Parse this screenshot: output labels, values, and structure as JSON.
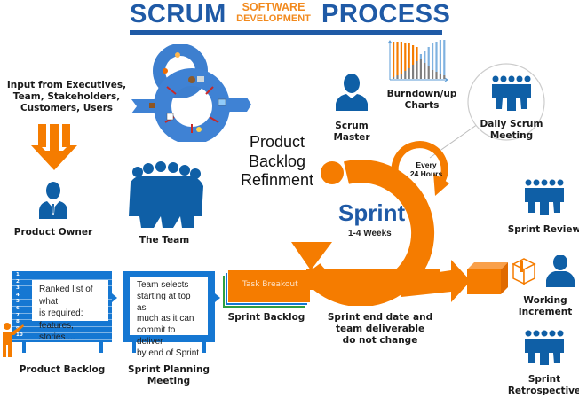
{
  "title": {
    "left": "SCRUM",
    "middle_top": "SOFTWARE",
    "middle_bottom": "DEVELOPMENT",
    "right": "PROCESS"
  },
  "colors": {
    "brand_blue": "#1f5aa6",
    "icon_blue": "#0f5fa6",
    "board_blue": "#1577d2",
    "orange": "#f57c00",
    "title_orange": "#f28a1e"
  },
  "input": {
    "text_lines": [
      "Input from Executives,",
      "Team, Stakeholders,",
      "Customers, Users"
    ],
    "icon": "down-arrows-icon"
  },
  "roles": {
    "product_owner": "Product Owner",
    "the_team": "The Team",
    "scrum_master_lines": [
      "Scrum",
      "Master"
    ]
  },
  "burndown": {
    "label_lines": [
      "Burndown/up",
      "Charts"
    ],
    "icon": "burndown-chart-icon"
  },
  "daily_scrum": {
    "label_lines": [
      "Daily Scrum",
      "Meeting"
    ],
    "cycle_lines": [
      "Every",
      "24 Hours"
    ]
  },
  "refinement": {
    "lines": [
      "Product",
      "Backlog",
      "Refinment"
    ]
  },
  "sprint": {
    "title": "Sprint",
    "duration": "1-4 Weeks"
  },
  "product_backlog": {
    "label": "Product Backlog",
    "board_lines": [
      "Ranked list of what",
      "is required:",
      "features, stories ..."
    ],
    "row_numbers": [
      "1",
      "2",
      "3",
      "4",
      "5",
      "6",
      "7",
      "8",
      "9",
      "10"
    ]
  },
  "sprint_planning": {
    "label_lines": [
      "Sprint Planning",
      "Meeting"
    ],
    "board_lines": [
      "Team selects",
      "starting at top as",
      "much as it can",
      "commit to deliver",
      "by end of Sprint"
    ]
  },
  "sprint_backlog": {
    "label": "Sprint Backlog",
    "card": "Task Breakout"
  },
  "sprint_end_note": {
    "lines": [
      "Sprint end date and",
      "team deliverable",
      "do not change"
    ]
  },
  "outcomes": {
    "sprint_review": "Sprint Review",
    "working_increment_lines": [
      "Working",
      "Increment"
    ],
    "retrospective_lines": [
      "Sprint",
      "Retrospective"
    ]
  }
}
